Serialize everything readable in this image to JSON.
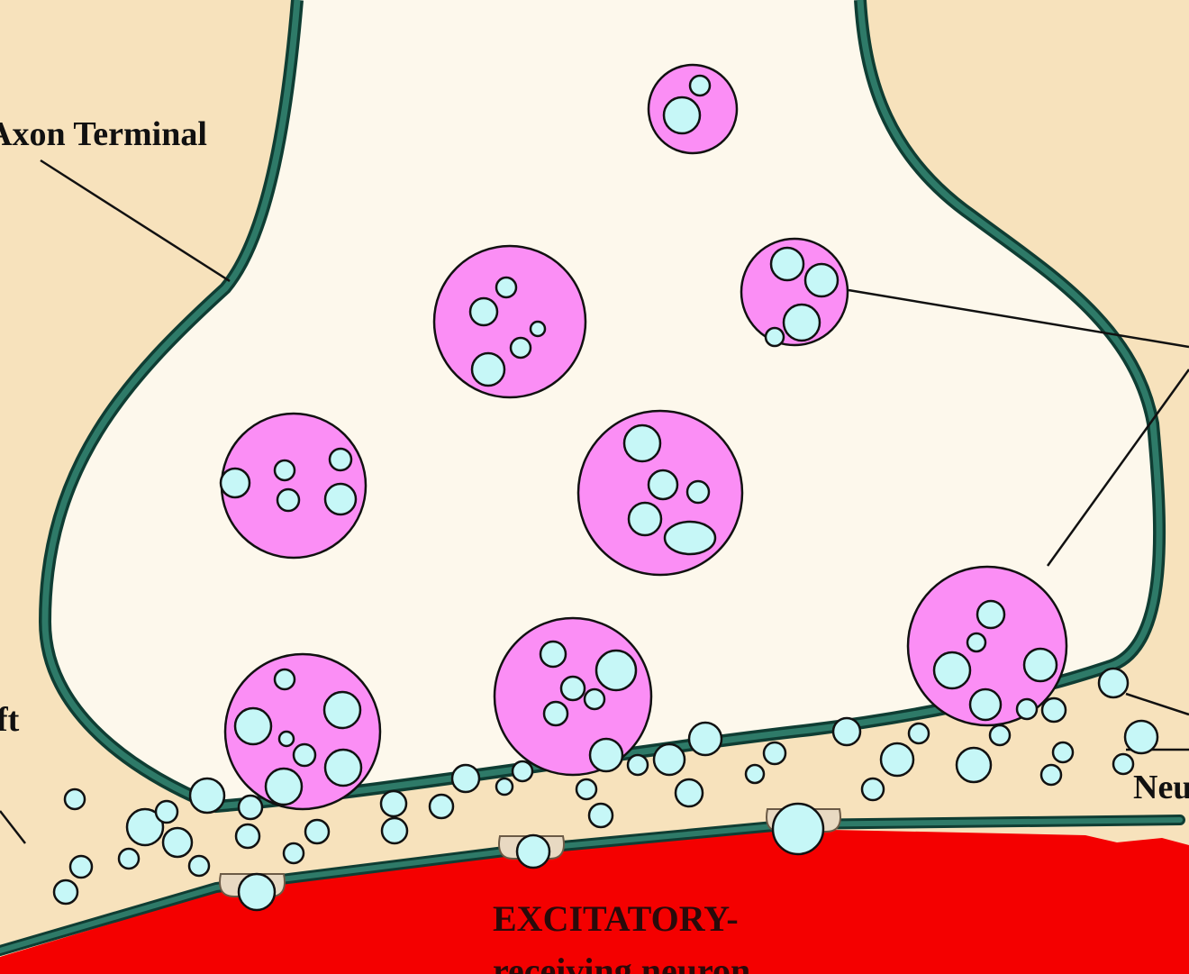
{
  "labels": {
    "axon_terminal": "Axon Terminal",
    "synaptic_cleft_partial": "ft",
    "neurotransmitter_partial": "Neu",
    "excitatory": "EXCITATORY-",
    "receiving_neuron": "receiving neuron"
  },
  "colors": {
    "background": "#f7e2bc",
    "terminal_fill": "#fdf8ec",
    "membrane": "#1f5e4f",
    "vesicle": "#fb8ef5",
    "neurotransmitter": "#c6f7f7",
    "receiving_neuron": "#f40000"
  }
}
